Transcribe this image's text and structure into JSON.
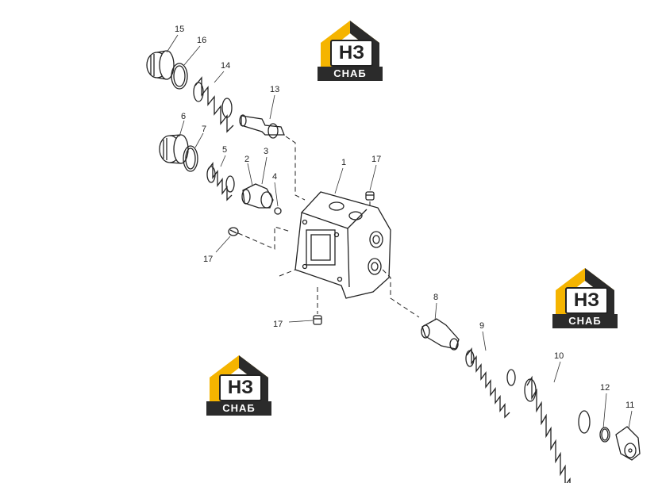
{
  "brand": {
    "mark": "НЗ",
    "name": "СНАБ",
    "colors": {
      "yellow": "#f5b400",
      "dark": "#2b2b2b"
    }
  },
  "callouts": [
    "1",
    "2",
    "3",
    "4",
    "5",
    "6",
    "7",
    "8",
    "9",
    "10",
    "11",
    "12",
    "13",
    "14",
    "15",
    "16",
    "17",
    "17",
    "17"
  ]
}
